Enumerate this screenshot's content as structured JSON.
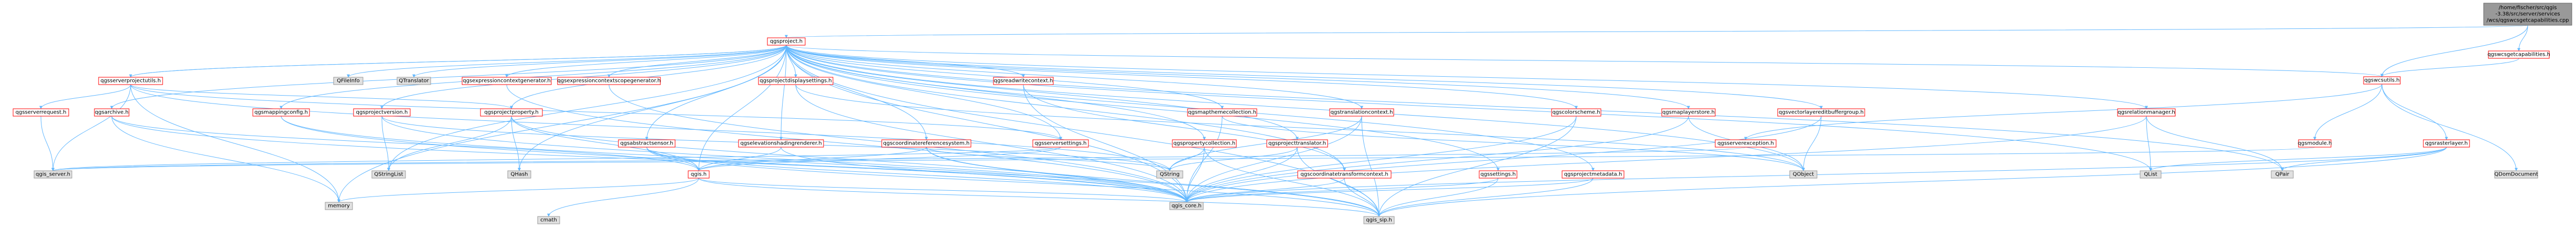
{
  "graph": {
    "root": "/home/fischer/src/qgis-3.38/src/server/services/wcs/qgswcsgetcapabilities.cpp",
    "colors": {
      "edge": "#63b8ff",
      "root_fill": "#999999",
      "root_border": "#666666",
      "documented_fill": "#ffffff",
      "documented_border": "#ff0000",
      "undocumented_fill": "#e0e0e0",
      "undocumented_border": "#999999",
      "text": "#000000"
    },
    "nodes": [
      {
        "id": "root",
        "lines": [
          "/home/fischer/src/qgis",
          "-3.38/src/server/services",
          "/wcs/qgswcsgetcapabilities.cpp"
        ],
        "kind": "root"
      },
      {
        "id": "qgsproject",
        "lines": [
          "qgsproject.h"
        ],
        "kind": "documented"
      },
      {
        "id": "qgswcsgetcapabilities",
        "lines": [
          "qgswcsgetcapabilities.h"
        ],
        "kind": "documented"
      },
      {
        "id": "qgswcsutils",
        "lines": [
          "qgswcsutils.h"
        ],
        "kind": "documented"
      },
      {
        "id": "qgsserverprojectutils",
        "lines": [
          "qgsserverprojectutils.h"
        ],
        "kind": "documented"
      },
      {
        "id": "qfileinfo",
        "lines": [
          "QFileInfo"
        ],
        "kind": "undocumented"
      },
      {
        "id": "qtranslator",
        "lines": [
          "QTranslator"
        ],
        "kind": "undocumented"
      },
      {
        "id": "qgsexpressioncontextgenerator",
        "lines": [
          "qgsexpressioncontextgenerator.h"
        ],
        "kind": "documented"
      },
      {
        "id": "qgsexpressioncontextscopegenerator",
        "lines": [
          "qgsexpressioncontextscopegenerator.h"
        ],
        "kind": "documented"
      },
      {
        "id": "qgsprojectdisplaysettings",
        "lines": [
          "qgsprojectdisplaysettings.h"
        ],
        "kind": "documented"
      },
      {
        "id": "qgsreadwritecontext",
        "lines": [
          "qgsreadwritecontext.h"
        ],
        "kind": "documented"
      },
      {
        "id": "qgsmapthemecollection",
        "lines": [
          "qgsmapthemecollection.h"
        ],
        "kind": "documented"
      },
      {
        "id": "qgstranslationcontext",
        "lines": [
          "qgstranslationcontext.h"
        ],
        "kind": "documented"
      },
      {
        "id": "qgscolorscheme",
        "lines": [
          "qgscolorscheme.h"
        ],
        "kind": "documented"
      },
      {
        "id": "qgsmaplayerstore",
        "lines": [
          "qgsmaplayerstore.h"
        ],
        "kind": "documented"
      },
      {
        "id": "qgsvectorlayereditbuffergroup",
        "lines": [
          "qgsvectorlayereditbuffergroup.h"
        ],
        "kind": "documented"
      },
      {
        "id": "qgsrelationmanager",
        "lines": [
          "qgsrelationmanager.h"
        ],
        "kind": "documented"
      },
      {
        "id": "qgsserverrequest",
        "lines": [
          "qgsserverrequest.h"
        ],
        "kind": "documented"
      },
      {
        "id": "qgsarchive",
        "lines": [
          "qgsarchive.h"
        ],
        "kind": "documented"
      },
      {
        "id": "qgsmappingconfig",
        "lines": [
          "qgsmappingconfig.h"
        ],
        "kind": "documented"
      },
      {
        "id": "qgsprojectversion",
        "lines": [
          "qgsprojectversion.h"
        ],
        "kind": "documented"
      },
      {
        "id": "qgsprojectproperty",
        "lines": [
          "qgsprojectproperty.h"
        ],
        "kind": "documented"
      },
      {
        "id": "qgsabstractsensor",
        "lines": [
          "qgsabstractsensor.h"
        ],
        "kind": "documented"
      },
      {
        "id": "qgselevationshadingrenderer",
        "lines": [
          "qgselevationshadingrenderer.h"
        ],
        "kind": "documented"
      },
      {
        "id": "qgscoordinatereferencesystem",
        "lines": [
          "qgscoordinatereferencesystem.h"
        ],
        "kind": "documented"
      },
      {
        "id": "qgsserversettings",
        "lines": [
          "qgsserversettings.h"
        ],
        "kind": "documented"
      },
      {
        "id": "qgspropertycollection",
        "lines": [
          "qgspropertycollection.h"
        ],
        "kind": "documented"
      },
      {
        "id": "qgsprojecttranslator",
        "lines": [
          "qgsprojecttranslator.h"
        ],
        "kind": "documented"
      },
      {
        "id": "qgsserverexception",
        "lines": [
          "qgsserverexception.h"
        ],
        "kind": "documented"
      },
      {
        "id": "qgsmodule",
        "lines": [
          "qgsmodule.h"
        ],
        "kind": "documented"
      },
      {
        "id": "qgsrasterlayer",
        "lines": [
          "qgsrasterlayer.h"
        ],
        "kind": "documented"
      },
      {
        "id": "qdomdocument",
        "lines": [
          "QDomDocument"
        ],
        "kind": "undocumented"
      },
      {
        "id": "qgis_server",
        "lines": [
          "qgis_server.h"
        ],
        "kind": "undocumented"
      },
      {
        "id": "qgis",
        "lines": [
          "qgis.h"
        ],
        "kind": "documented"
      },
      {
        "id": "qstringlist",
        "lines": [
          "QStringList"
        ],
        "kind": "undocumented"
      },
      {
        "id": "qhash",
        "lines": [
          "QHash"
        ],
        "kind": "undocumented"
      },
      {
        "id": "qstring",
        "lines": [
          "QString"
        ],
        "kind": "undocumented"
      },
      {
        "id": "qobject",
        "lines": [
          "QObject"
        ],
        "kind": "undocumented"
      },
      {
        "id": "qlist",
        "lines": [
          "QList"
        ],
        "kind": "undocumented"
      },
      {
        "id": "qpair",
        "lines": [
          "QPair"
        ],
        "kind": "undocumented"
      },
      {
        "id": "qgscoordinatetransformcontext",
        "lines": [
          "qgscoordinatetransformcontext.h"
        ],
        "kind": "documented"
      },
      {
        "id": "qgssettings",
        "lines": [
          "qgssettings.h"
        ],
        "kind": "documented"
      },
      {
        "id": "qgsprojectmetadata",
        "lines": [
          "qgsprojectmetadata.h"
        ],
        "kind": "documented"
      },
      {
        "id": "memory",
        "lines": [
          "memory"
        ],
        "kind": "undocumented"
      },
      {
        "id": "cmath",
        "lines": [
          "cmath"
        ],
        "kind": "undocumented"
      },
      {
        "id": "qgis_core",
        "lines": [
          "qgis_core.h"
        ],
        "kind": "undocumented"
      },
      {
        "id": "qgis_sip",
        "lines": [
          "qgis_sip.h"
        ],
        "kind": "undocumented"
      }
    ],
    "edges": [
      [
        "root",
        "qgsproject"
      ],
      [
        "root",
        "qgswcsgetcapabilities"
      ],
      [
        "root",
        "qgswcsutils"
      ],
      [
        "qgswcsgetcapabilities",
        "qgswcsutils"
      ],
      [
        "qgswcsutils",
        "qgsserverexception"
      ],
      [
        "qgswcsutils",
        "qgsmodule"
      ],
      [
        "qgswcsutils",
        "qgsrasterlayer"
      ],
      [
        "qgswcsutils",
        "qdomdocument"
      ],
      [
        "qgswcsutils",
        "qgsproject"
      ],
      [
        "qgsproject",
        "qgsserverprojectutils"
      ],
      [
        "qgsproject",
        "qfileinfo"
      ],
      [
        "qgsproject",
        "qtranslator"
      ],
      [
        "qgsproject",
        "qgsexpressioncontextgenerator"
      ],
      [
        "qgsproject",
        "qgsexpressioncontextscopegenerator"
      ],
      [
        "qgsproject",
        "qgsprojectdisplaysettings"
      ],
      [
        "qgsproject",
        "qgsreadwritecontext"
      ],
      [
        "qgsproject",
        "qgsmapthemecollection"
      ],
      [
        "qgsproject",
        "qgstranslationcontext"
      ],
      [
        "qgsproject",
        "qgscolorscheme"
      ],
      [
        "qgsproject",
        "qgsmaplayerstore"
      ],
      [
        "qgsproject",
        "qgsvectorlayereditbuffergroup"
      ],
      [
        "qgsproject",
        "qgsrelationmanager"
      ],
      [
        "qgsproject",
        "qgsarchive"
      ],
      [
        "qgsproject",
        "qgsmappingconfig"
      ],
      [
        "qgsproject",
        "qgsprojectversion"
      ],
      [
        "qgsproject",
        "qgsprojectproperty"
      ],
      [
        "qgsproject",
        "qgsabstractsensor"
      ],
      [
        "qgsproject",
        "qgselevationshadingrenderer"
      ],
      [
        "qgsproject",
        "qgscoordinatereferencesystem"
      ],
      [
        "qgsproject",
        "qgsserversettings"
      ],
      [
        "qgsproject",
        "qgspropertycollection"
      ],
      [
        "qgsproject",
        "qgsprojecttranslator"
      ],
      [
        "qgsproject",
        "qgscoordinatetransformcontext"
      ],
      [
        "qgsproject",
        "qgssettings"
      ],
      [
        "qgsproject",
        "qgsprojectmetadata"
      ],
      [
        "qgsproject",
        "qgis"
      ],
      [
        "qgsproject",
        "qobject"
      ],
      [
        "qgsproject",
        "qlist"
      ],
      [
        "qgsproject",
        "qpair"
      ],
      [
        "qgsproject",
        "qhash"
      ],
      [
        "qgsproject",
        "qstringlist"
      ],
      [
        "qgsproject",
        "qgis_core"
      ],
      [
        "qgsproject",
        "qgis_sip"
      ],
      [
        "qgsproject",
        "memory"
      ],
      [
        "qgsserverprojectutils",
        "qgsserverrequest"
      ],
      [
        "qgsserverprojectutils",
        "qgis_server"
      ],
      [
        "qgsserverprojectutils",
        "qgsproject"
      ],
      [
        "qgsserverprojectutils",
        "qgsprojectproperty"
      ],
      [
        "qgsserverprojectutils",
        "qgsserversettings"
      ],
      [
        "qgsserverprojectutils",
        "qstring"
      ],
      [
        "qgsserverprojectutils",
        "memory"
      ],
      [
        "qgsserverrequest",
        "qgis_server"
      ],
      [
        "qgsarchive",
        "qgis_core"
      ],
      [
        "qgsarchive",
        "memory"
      ],
      [
        "qgsarchive",
        "qgis"
      ],
      [
        "qgsmappingconfig",
        "qgis_core"
      ],
      [
        "qgsmappingconfig",
        "qgis_sip"
      ],
      [
        "qgsprojectversion",
        "qstring"
      ],
      [
        "qgsprojectversion",
        "qstringlist"
      ],
      [
        "qgsprojectversion",
        "qgis_core"
      ],
      [
        "qgsprojectproperty",
        "qhash"
      ],
      [
        "qgsprojectproperty",
        "qstringlist"
      ],
      [
        "qgsprojectproperty",
        "qgis"
      ],
      [
        "qgsprojectproperty",
        "qgis_core"
      ],
      [
        "qgsabstractsensor",
        "qgis"
      ],
      [
        "qgsabstractsensor",
        "qgis_core"
      ],
      [
        "qgsabstractsensor",
        "qgis_sip"
      ],
      [
        "qgselevationshadingrenderer",
        "qgis"
      ],
      [
        "qgselevationshadingrenderer",
        "qgis_core"
      ],
      [
        "qgscoordinatereferencesystem",
        "qgis"
      ],
      [
        "qgscoordinatereferencesystem",
        "qgis_core"
      ],
      [
        "qgscoordinatereferencesystem",
        "qgis_sip"
      ],
      [
        "qgscoordinatereferencesystem",
        "qstring"
      ],
      [
        "qgsserversettings",
        "qgis"
      ],
      [
        "qgsserversettings",
        "qgis_server"
      ],
      [
        "qgspropertycollection",
        "qgis_core"
      ],
      [
        "qgspropertycollection",
        "qgis_sip"
      ],
      [
        "qgspropertycollection",
        "qstring"
      ],
      [
        "qgsprojecttranslator",
        "qgis_core"
      ],
      [
        "qgsprojecttranslator",
        "qgis_sip"
      ],
      [
        "qgsprojecttranslator",
        "qstring"
      ],
      [
        "qgsprojectdisplaysettings",
        "qgis_core"
      ],
      [
        "qgsprojectdisplaysettings",
        "qobject"
      ],
      [
        "qgsreadwritecontext",
        "qgis_core"
      ],
      [
        "qgsreadwritecontext",
        "qgscoordinatetransformcontext"
      ],
      [
        "qgsmapthemecollection",
        "qgis_core"
      ],
      [
        "qgsmapthemecollection",
        "qobject"
      ],
      [
        "qgstranslationcontext",
        "qgis_core"
      ],
      [
        "qgstranslationcontext",
        "qgis_sip"
      ],
      [
        "qgstranslationcontext",
        "qstring"
      ],
      [
        "qgscolorscheme",
        "qgis_core"
      ],
      [
        "qgscolorscheme",
        "qgis_sip"
      ],
      [
        "qgsmaplayerstore",
        "qgis_core"
      ],
      [
        "qgsmaplayerstore",
        "qobject"
      ],
      [
        "qgsvectorlayereditbuffergroup",
        "qgis_core"
      ],
      [
        "qgsvectorlayereditbuffergroup",
        "qobject"
      ],
      [
        "qgsrelationmanager",
        "qgis_core"
      ],
      [
        "qgsrelationmanager",
        "qlist"
      ],
      [
        "qgsrelationmanager",
        "qpair"
      ],
      [
        "qgsexpressioncontextgenerator",
        "qgis_core"
      ],
      [
        "qgsexpressioncontextscopegenerator",
        "qgis_core"
      ],
      [
        "qgis",
        "memory"
      ],
      [
        "qgis",
        "cmath"
      ],
      [
        "qgis",
        "qgis_core"
      ],
      [
        "qgis",
        "qgis_sip"
      ],
      [
        "qgscoordinatetransformcontext",
        "qgis_core"
      ],
      [
        "qgscoordinatetransformcontext",
        "qgis_sip"
      ],
      [
        "qgssettings",
        "qgis_core"
      ],
      [
        "qgssettings",
        "qgis_sip"
      ],
      [
        "qgsprojectmetadata",
        "qgis_core"
      ],
      [
        "qgsprojectmetadata",
        "qgis_sip"
      ],
      [
        "qgsrasterlayer",
        "qgis_core"
      ],
      [
        "qgsrasterlayer",
        "qgis_sip"
      ],
      [
        "qgsrasterlayer",
        "qpair"
      ],
      [
        "qgsrasterlayer",
        "qlist"
      ],
      [
        "qgsmodule",
        "qgis_server"
      ],
      [
        "qgsserverexception",
        "qgis_server"
      ]
    ]
  }
}
